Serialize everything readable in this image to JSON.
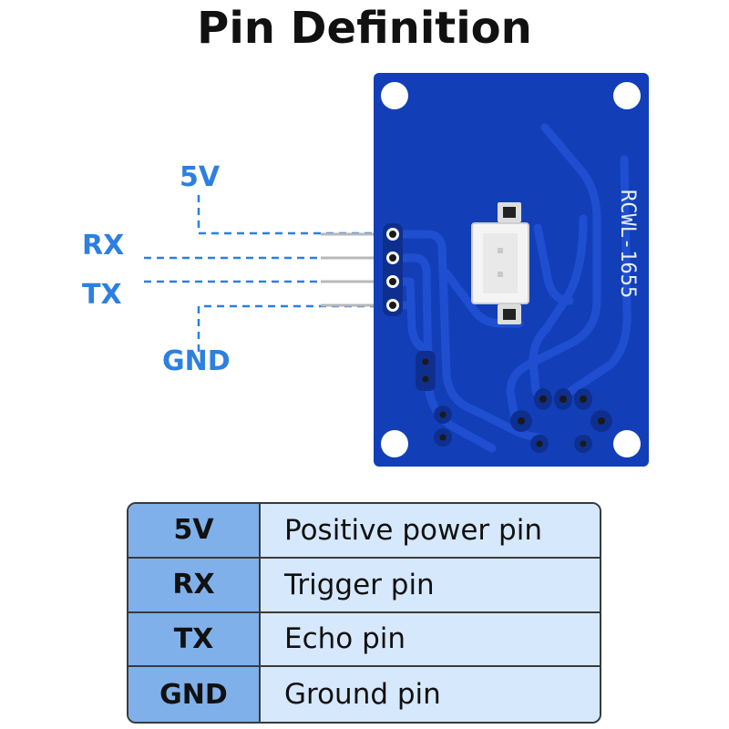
{
  "title": "Pin Definition",
  "board": {
    "silkscreen": "RCWL-1655",
    "color": "#123fb8",
    "pad_color": "#0f2f8f"
  },
  "pins": [
    {
      "name": "5V",
      "description": "Positive power pin"
    },
    {
      "name": "RX",
      "description": "Trigger pin"
    },
    {
      "name": "TX",
      "description": "Echo pin"
    },
    {
      "name": "GND",
      "description": "Ground pin"
    }
  ],
  "colors": {
    "label": "#2d7fe0",
    "pin_cell": "#7fb0ea",
    "desc_cell": "#d6e8fb",
    "border": "#3a3a3a"
  }
}
